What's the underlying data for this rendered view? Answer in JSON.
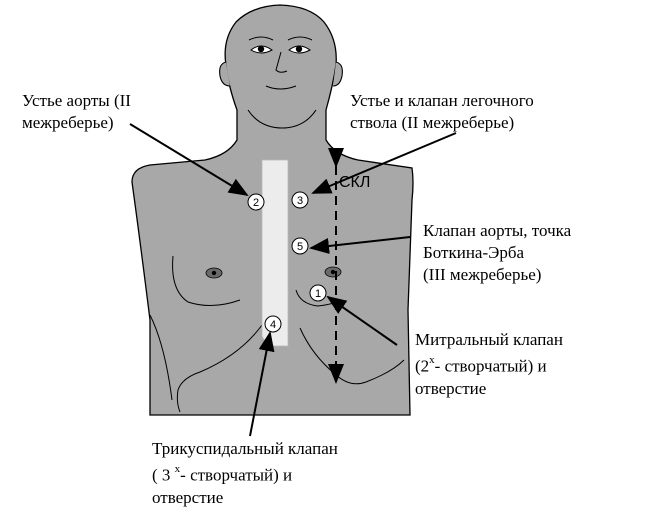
{
  "colors": {
    "body_fill": "#a8a8a8",
    "sternum_fill": "#ececec",
    "outline": "#000000",
    "marker_fill": "#ffffff"
  },
  "labels": {
    "aorta_orifice": {
      "line1": "Устье  аорты (II",
      "line2": "межреберье)"
    },
    "pulmonary": {
      "line1": "Устье и клапан легочного",
      "line2": "ствола (II межреберье)"
    },
    "botkin_erb": {
      "line1": "Клапан  аорты, точка",
      "line2": "Боткина-Эрба",
      "line3": "(III межреберье)"
    },
    "mitral": {
      "line1_pre": "Митральный  клапан",
      "line2_pre": "(2",
      "line2_sup": "х",
      "line2_post": "- створчатый) и",
      "line3": "отверстие"
    },
    "tricuspid": {
      "line1": "Трикуспидальный  клапан",
      "line2_pre": "( 3 ",
      "line2_sup": "х",
      "line2_post": "- створчатый) и",
      "line3": "отверстие"
    }
  },
  "skl_label": "СКЛ",
  "markers": [
    "2",
    "3",
    "5",
    "1",
    "4"
  ]
}
